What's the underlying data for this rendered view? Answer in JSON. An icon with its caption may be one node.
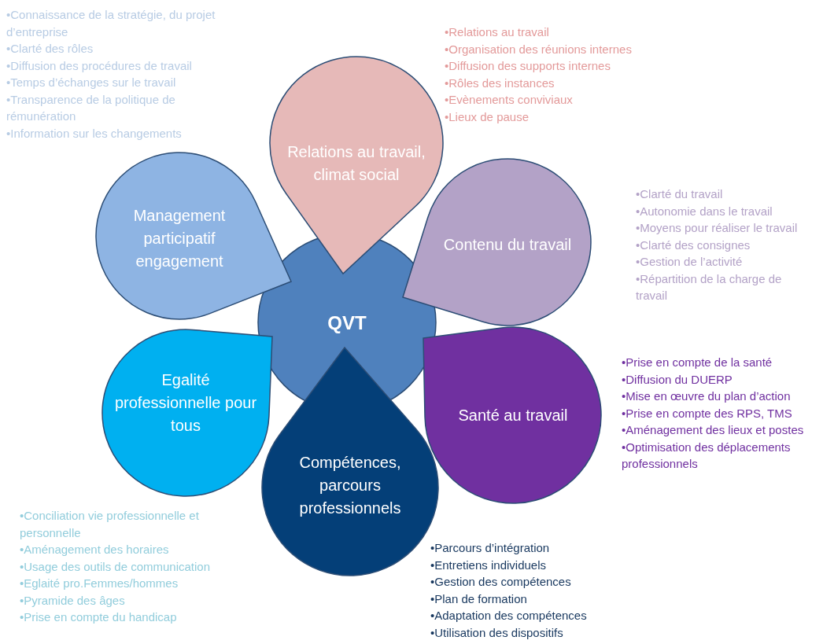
{
  "diagram": {
    "nodes": [
      {
        "text": [
          "Relations au travail, climat social"
        ],
        "beside": [
          "•Relations au travail",
          "•Organisation des réunions internes",
          "•Diffusion des supports internes",
          "•Rôles des instances",
          "•Evènements conviviaux",
          "•Lieux de pause"
        ]
      },
      {
        "text": [
          "Management participatif engagement"
        ],
        "beside": [
          "•Connaissance de la stratégie, du projet d’entreprise",
          "•Clarté des rôles",
          "•Diffusion des procédures de travail",
          "•Temps d’échanges sur le travail",
          "•Transparence de la politique de rémunération",
          "•Information sur les changements"
        ]
      },
      {
        "text": [
          "Contenu du travail"
        ],
        "beside": [
          "•Clarté du travail",
          "•Autonomie dans le travail",
          "•Moyens pour réaliser le travail",
          "•Clarté des consignes",
          "•Gestion de l’activité",
          "•Répartition de la charge de travail"
        ]
      },
      {
        "text": [
          "QVT"
        ]
      },
      {
        "text": [
          "Egalité professionnelle pour tous"
        ],
        "beside": [
          "•Conciliation vie professionnelle et personnelle",
          "•Aménagement des horaires",
          "•Usage des outils de communication",
          "•Eglaité pro.Femmes/hommes",
          "•Pyramide des âges",
          "•Prise en compte du handicap"
        ]
      },
      {
        "text": [
          "Santé au travail"
        ],
        "beside": [
          "•Prise en compte de la santé",
          "•Diffusion du DUERP",
          "•Mise en œuvre du plan d’action",
          "•Prise en compte des RPS, TMS",
          "•Aménagement des lieux et postes",
          "•Optimisation des déplacements professionnels"
        ]
      },
      {
        "text": [
          "Compétences, parcours professionnels"
        ],
        "beside": [
          "•Parcours d’intégration",
          "•Entretiens individuels",
          "•Gestion des compétences",
          "•Plan de formation",
          "•Adaptation des compétences",
          "•Utilisation des dispositifs"
        ]
      }
    ]
  }
}
